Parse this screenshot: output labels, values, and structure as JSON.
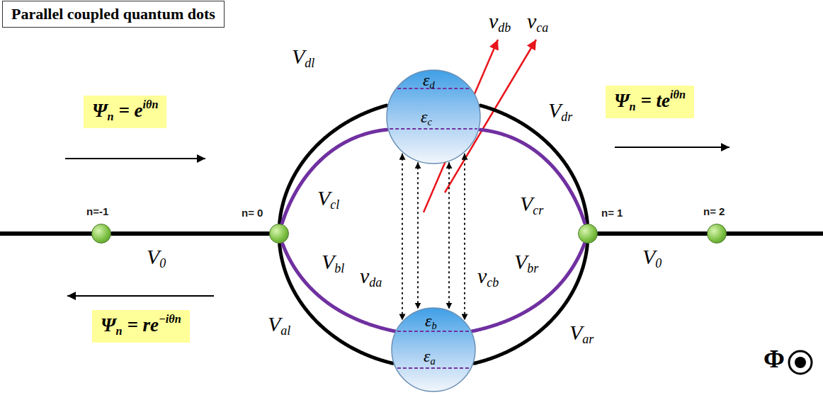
{
  "diagram": {
    "title": "Parallel coupled quantum dots",
    "nodes": [
      {
        "text": [
          "Ψn = eiθn"
        ]
      },
      {
        "text": [
          "Ψn = teiθn"
        ]
      },
      {
        "text": [
          "n=-1"
        ]
      },
      {
        "text": [
          "n= 0"
        ]
      },
      {
        "text": [
          "εd",
          "εc"
        ]
      },
      {
        "text": [
          "n= 1"
        ]
      },
      {
        "text": [
          "n= 2"
        ]
      },
      {
        "text": [
          "εb",
          "εa"
        ]
      },
      {
        "text": [
          "Ψn = re−iθn"
        ]
      }
    ],
    "edges": [
      {
        "from": 2,
        "to": 3,
        "arrow": "none"
      },
      {
        "from": 3,
        "to": 4,
        "arrow": "none"
      },
      {
        "from": 3,
        "to": 4,
        "arrow": "none"
      },
      {
        "from": 4,
        "to": 5,
        "arrow": "none"
      },
      {
        "from": 4,
        "to": 5,
        "arrow": "none"
      },
      {
        "from": 3,
        "to": 7,
        "arrow": "none"
      },
      {
        "from": 3,
        "to": 7,
        "arrow": "none"
      },
      {
        "from": 7,
        "to": 5,
        "arrow": "none"
      },
      {
        "from": 7,
        "to": 5,
        "arrow": "none"
      },
      {
        "from": 5,
        "to": 6,
        "arrow": "none"
      },
      {
        "from": 4,
        "to": 7,
        "arrow": "both"
      },
      {
        "from": 4,
        "to": 7,
        "arrow": "both"
      },
      {
        "from": 4,
        "to": 7,
        "arrow": "both"
      },
      {
        "from": 4,
        "to": 7,
        "arrow": "both"
      }
    ],
    "labels": [
      "Vdl",
      "Vdr",
      "Vcl",
      "Vcr",
      "Vbl",
      "Vbr",
      "Val",
      "Var",
      "V0",
      "V0",
      "νdb",
      "νca",
      "νda",
      "νcb",
      "Φ"
    ]
  }
}
